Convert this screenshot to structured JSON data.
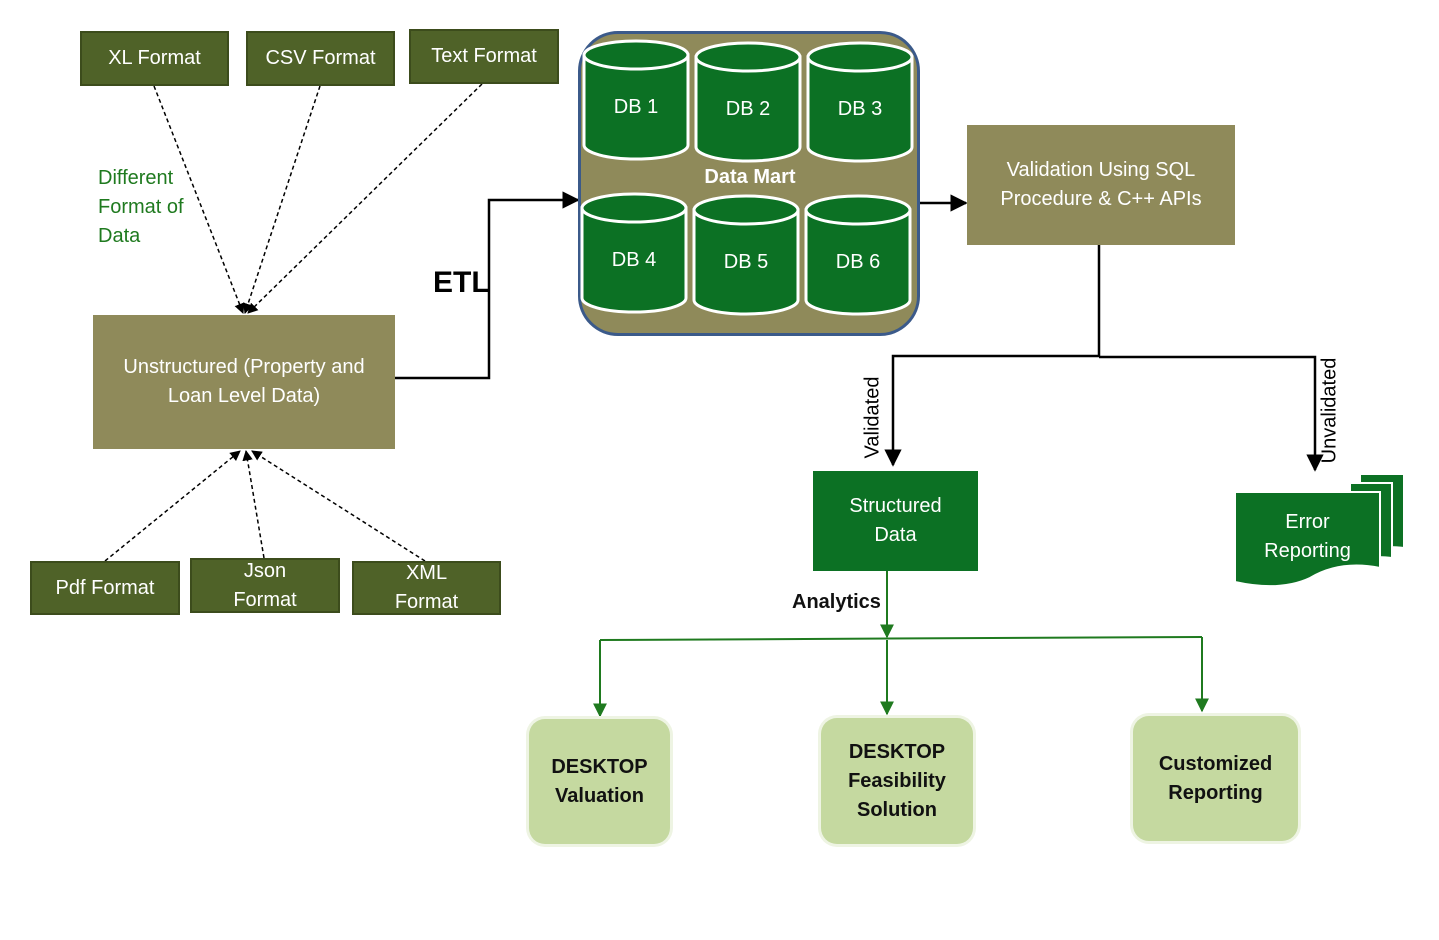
{
  "sources_top": {
    "xl": "XL Format",
    "csv": "CSV Format",
    "text": "Text Format"
  },
  "sources_bottom": {
    "pdf": "Pdf Format",
    "json": "Json\nFormat",
    "xml": "XML\nFormat"
  },
  "different_format_label": "Different\nFormat of\nData",
  "unstructured": "Unstructured (Property and\nLoan Level Data)",
  "etl_label": "ETL",
  "data_mart": {
    "title": "Data Mart",
    "databases": [
      "DB 1",
      "DB 2",
      "DB 3",
      "DB 4",
      "DB 5",
      "DB 6"
    ]
  },
  "validation": "Validation Using SQL\nProcedure &  C++ APIs",
  "validated_label": "Validated",
  "unvalidated_label": "Unvalidated",
  "structured_data": "Structured\nData",
  "error_reporting": "Error\nReporting",
  "analytics_label": "Analytics",
  "outputs": {
    "valuation": "DESKTOP\nValuation",
    "feasibility": "DESKTOP\nFeasibility\nSolution",
    "custom": "Customized\nReporting"
  },
  "colors": {
    "dark_green": "#0c7124",
    "olive": "#8f8a5a",
    "format_green": "#4f6228",
    "light_green": "#c5d9a0"
  }
}
